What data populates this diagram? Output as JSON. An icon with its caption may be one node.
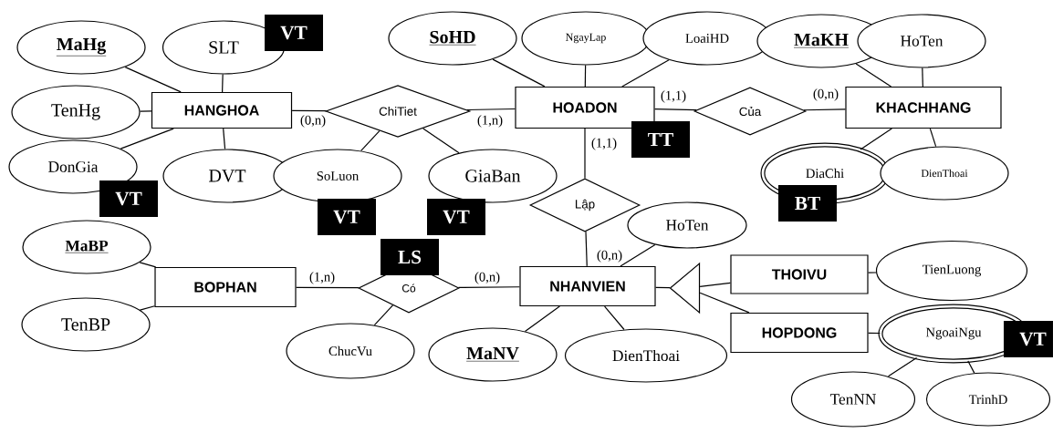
{
  "diagram": {
    "nodes": [
      {
        "text": [
          "HANGHOA"
        ]
      },
      {
        "text": [
          "MaHg"
        ]
      },
      {
        "text": [
          "SLT"
        ]
      },
      {
        "text": [
          "TenHg"
        ]
      },
      {
        "text": [
          "DonGia"
        ]
      },
      {
        "text": [
          "DVT"
        ]
      },
      {
        "text": [
          "ChiTiet"
        ]
      },
      {
        "text": [
          "SoLuon"
        ]
      },
      {
        "text": [
          "GiaBan"
        ]
      },
      {
        "text": [
          "HOADON"
        ]
      },
      {
        "text": [
          "SoHD"
        ]
      },
      {
        "text": [
          "NgayLap"
        ]
      },
      {
        "text": [
          "LoaiHD"
        ]
      },
      {
        "text": [
          "MaKH"
        ]
      },
      {
        "text": [
          "HoTen"
        ]
      },
      {
        "text": [
          "Của"
        ]
      },
      {
        "text": [
          "KHACHHANG"
        ]
      },
      {
        "text": [
          "DiaChi"
        ]
      },
      {
        "text": [
          "DienThoai"
        ]
      },
      {
        "text": [
          "Lập"
        ]
      },
      {
        "text": [
          "HoTen"
        ]
      },
      {
        "text": [
          "MaBP"
        ]
      },
      {
        "text": [
          "TenBP"
        ]
      },
      {
        "text": [
          "BOPHAN"
        ]
      },
      {
        "text": [
          "Có"
        ]
      },
      {
        "text": [
          "ChucVu"
        ]
      },
      {
        "text": [
          "NHANVIEN"
        ]
      },
      {
        "text": [
          "MaNV"
        ]
      },
      {
        "text": [
          "DienThoai"
        ]
      },
      {
        "text": [],
        "shape": "triangle"
      },
      {
        "text": [
          "THOIVU"
        ]
      },
      {
        "text": [
          "TienLuong"
        ]
      },
      {
        "text": [
          "HOPDONG"
        ]
      },
      {
        "text": [
          "NgoaiNgu"
        ]
      },
      {
        "text": [
          "TenNN"
        ]
      },
      {
        "text": [
          "TrinhD"
        ]
      }
    ],
    "edges": [
      {
        "from": 0,
        "to": 1,
        "arrow": "none"
      },
      {
        "from": 0,
        "to": 2,
        "arrow": "none"
      },
      {
        "from": 0,
        "to": 3,
        "arrow": "none"
      },
      {
        "from": 0,
        "to": 4,
        "arrow": "none"
      },
      {
        "from": 0,
        "to": 5,
        "arrow": "none"
      },
      {
        "from": 0,
        "to": 6,
        "arrow": "none",
        "label": "(0,n)"
      },
      {
        "from": 6,
        "to": 9,
        "arrow": "none",
        "label": "(1,n)"
      },
      {
        "from": 6,
        "to": 7,
        "arrow": "none"
      },
      {
        "from": 6,
        "to": 8,
        "arrow": "none"
      },
      {
        "from": 9,
        "to": 10,
        "arrow": "none"
      },
      {
        "from": 9,
        "to": 11,
        "arrow": "none"
      },
      {
        "from": 9,
        "to": 12,
        "arrow": "none"
      },
      {
        "from": 9,
        "to": 15,
        "arrow": "none",
        "label": "(1,1)"
      },
      {
        "from": 15,
        "to": 16,
        "arrow": "none",
        "label": "(0,n)"
      },
      {
        "from": 16,
        "to": 13,
        "arrow": "none"
      },
      {
        "from": 16,
        "to": 14,
        "arrow": "none"
      },
      {
        "from": 16,
        "to": 17,
        "arrow": "none"
      },
      {
        "from": 16,
        "to": 18,
        "arrow": "none"
      },
      {
        "from": 9,
        "to": 19,
        "arrow": "none",
        "label": "(1,1)"
      },
      {
        "from": 19,
        "to": 26,
        "arrow": "none",
        "label": "(0,n)"
      },
      {
        "from": 26,
        "to": 20,
        "arrow": "none"
      },
      {
        "from": 26,
        "to": 27,
        "arrow": "none"
      },
      {
        "from": 26,
        "to": 28,
        "arrow": "none"
      },
      {
        "from": 23,
        "to": 21,
        "arrow": "none"
      },
      {
        "from": 23,
        "to": 22,
        "arrow": "none"
      },
      {
        "from": 23,
        "to": 24,
        "arrow": "none",
        "label": "(1,n)"
      },
      {
        "from": 24,
        "to": 26,
        "arrow": "none",
        "label": "(0,n)"
      },
      {
        "from": 24,
        "to": 25,
        "arrow": "none"
      },
      {
        "from": 26,
        "to": 29,
        "arrow": "none"
      },
      {
        "from": 29,
        "to": 30,
        "arrow": "none"
      },
      {
        "from": 29,
        "to": 32,
        "arrow": "none"
      },
      {
        "from": 30,
        "to": 31,
        "arrow": "none"
      },
      {
        "from": 32,
        "to": 33,
        "arrow": "none"
      },
      {
        "from": 33,
        "to": 34,
        "arrow": "none"
      },
      {
        "from": 33,
        "to": 35,
        "arrow": "none"
      }
    ],
    "labels": [
      "VT",
      "TT",
      "VT",
      "BT",
      "VT",
      "VT",
      "LS",
      "VT"
    ]
  }
}
